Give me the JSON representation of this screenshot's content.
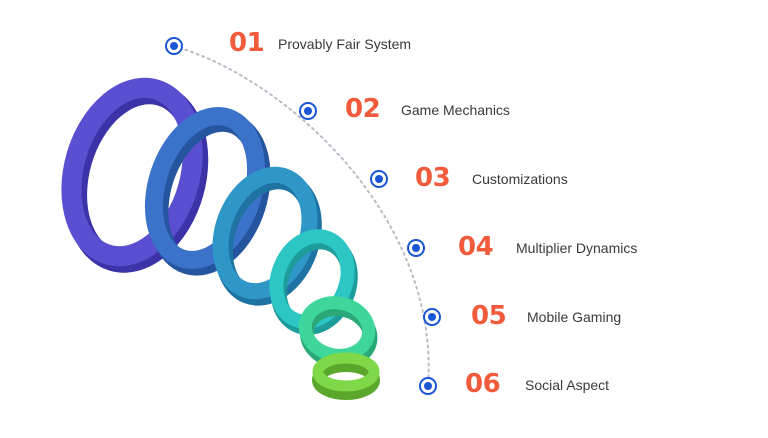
{
  "steps": [
    {
      "number": "01",
      "label": "Provably Fair System"
    },
    {
      "number": "02",
      "label": "Game Mechanics"
    },
    {
      "number": "03",
      "label": "Customizations"
    },
    {
      "number": "04",
      "label": "Multiplier Dynamics"
    },
    {
      "number": "05",
      "label": "Mobile Gaming"
    },
    {
      "number": "06",
      "label": "Social Aspect"
    }
  ],
  "colors": {
    "number": "#f15a3a",
    "dot_outer": "#1a55d6",
    "connector": "#b9bcc4",
    "rings": [
      "#5b4fd1",
      "#3a73c9",
      "#2f96c8",
      "#2cc6c4",
      "#3fd69c",
      "#7fd848"
    ]
  }
}
